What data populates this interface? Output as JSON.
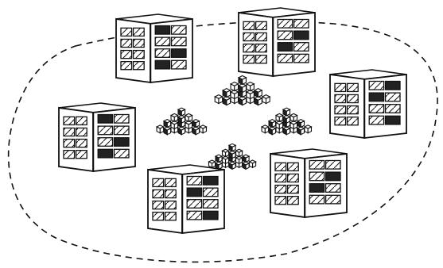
{
  "figure": {
    "description_visible_text": [],
    "colors": {
      "ink": "#111111",
      "paper": "#ffffff",
      "window_dark": "#1a1a1a"
    },
    "elements": {
      "enclosure": "dashed-ellipse-boundary",
      "large_cubes": 6,
      "small_block_piles": 4
    }
  }
}
